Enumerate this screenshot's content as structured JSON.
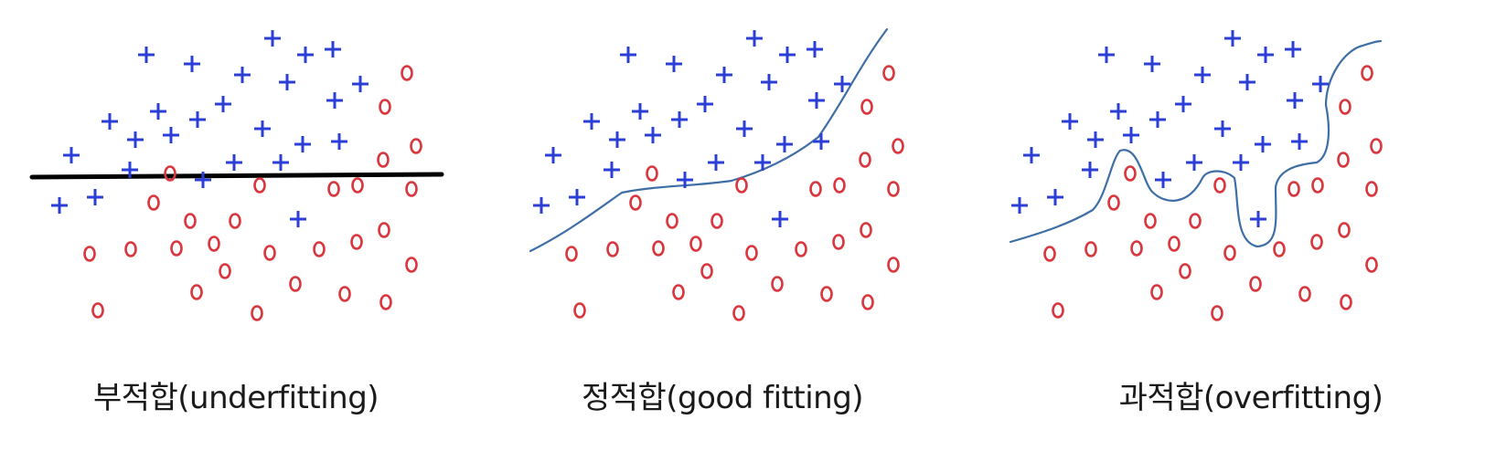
{
  "colors": {
    "plus": "#2b3fd6",
    "circle": "#d9363e",
    "curve": "#3d6ea5",
    "line": "#000000"
  },
  "panels": [
    {
      "caption": "부적합(underfitting)"
    },
    {
      "caption": "정적합(good fitting)"
    },
    {
      "caption": "과적합(overfitting)"
    }
  ]
}
